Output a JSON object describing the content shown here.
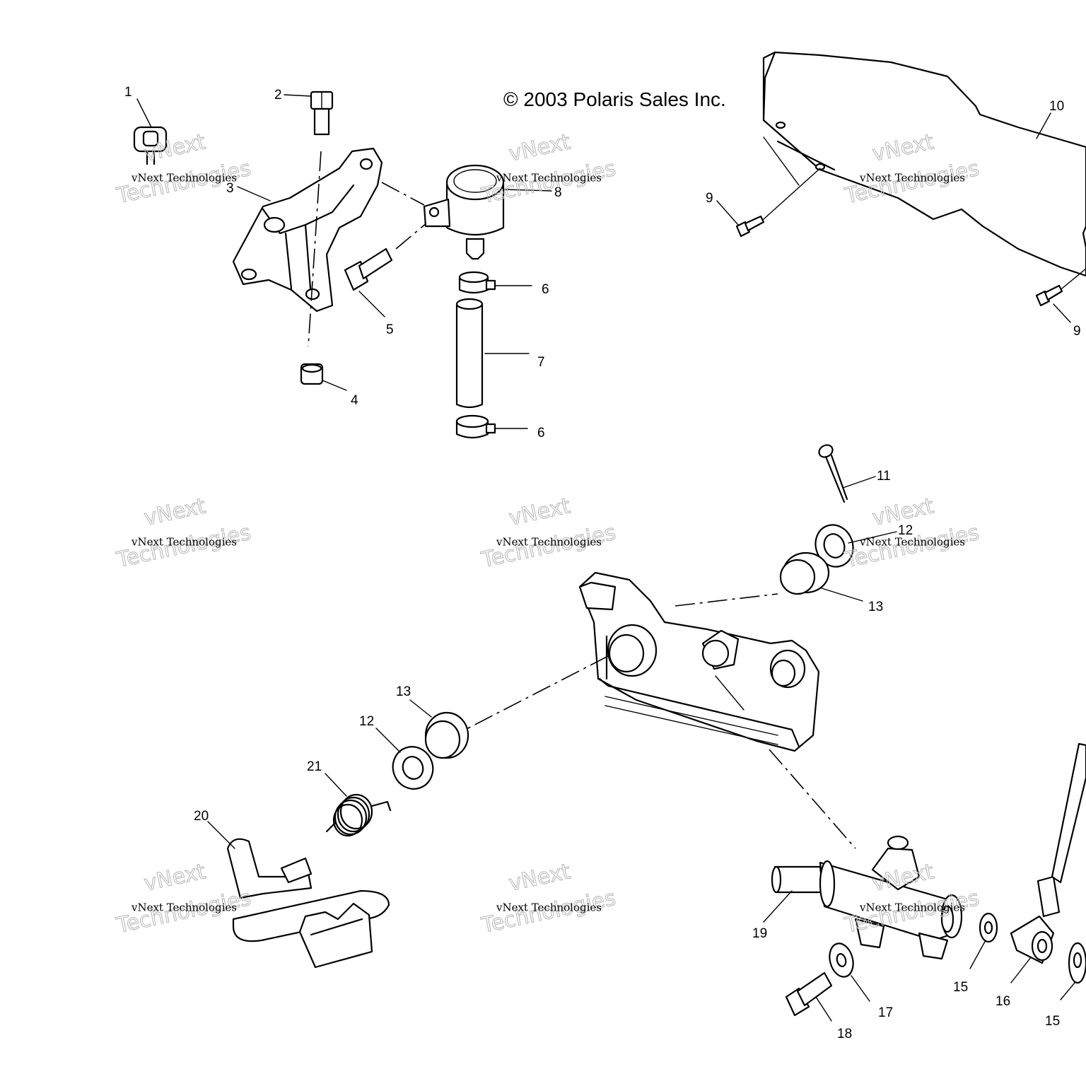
{
  "copyright": "© 2003 Polaris Sales Inc.",
  "watermark": {
    "line1": "vNext Technologies",
    "line2": "Technologies",
    "line3": "vNext"
  },
  "callouts": {
    "c1": "1",
    "c2": "2",
    "c3": "3",
    "c4": "4",
    "c5": "5",
    "c6a": "6",
    "c6b": "6",
    "c7": "7",
    "c8": "8",
    "c9a": "9",
    "c9b": "9",
    "c10": "10",
    "c11": "11",
    "c12a": "12",
    "c12b": "12",
    "c13a": "13",
    "c13b": "13",
    "c15a": "15",
    "c15b": "15",
    "c16": "16",
    "c17": "17",
    "c18": "18",
    "c19": "19",
    "c20": "20",
    "c21": "21"
  }
}
